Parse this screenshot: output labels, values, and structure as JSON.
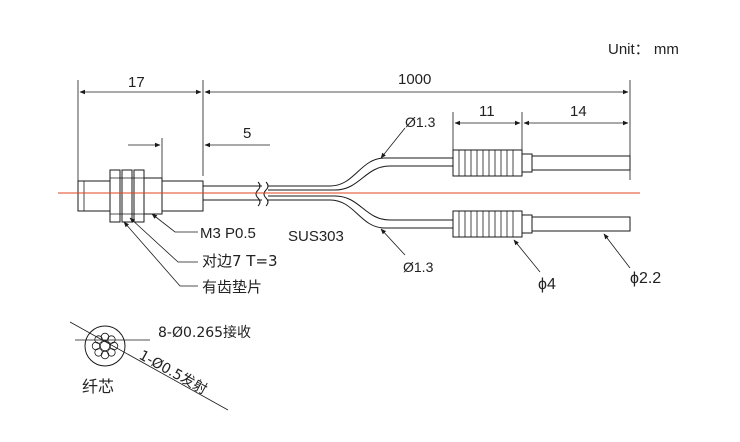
{
  "unit_label": "Unit： mm",
  "dimensions": {
    "head_length": "17",
    "thread_length": "5",
    "cable_length": "1000",
    "sleeve_length": "11",
    "tip_length": "14"
  },
  "labels": {
    "cable_dia_top": "Ø1.3",
    "cable_dia_bottom": "Ø1.3",
    "thread_spec": "M3 P0.5",
    "material": "SUS303",
    "nut_spec": "对边7 T=3",
    "washer": "有齿垫片",
    "sleeve_dia": "ϕ4",
    "tip_dia": "ϕ2.2"
  },
  "fiber_core": {
    "title": "纤芯",
    "receive_label": "8-Ø0.265接收",
    "emit_label": "1-Ø0.5发射"
  },
  "colors": {
    "line": "#1a1a1a",
    "centerline": "#e0451f",
    "background": "#ffffff"
  }
}
